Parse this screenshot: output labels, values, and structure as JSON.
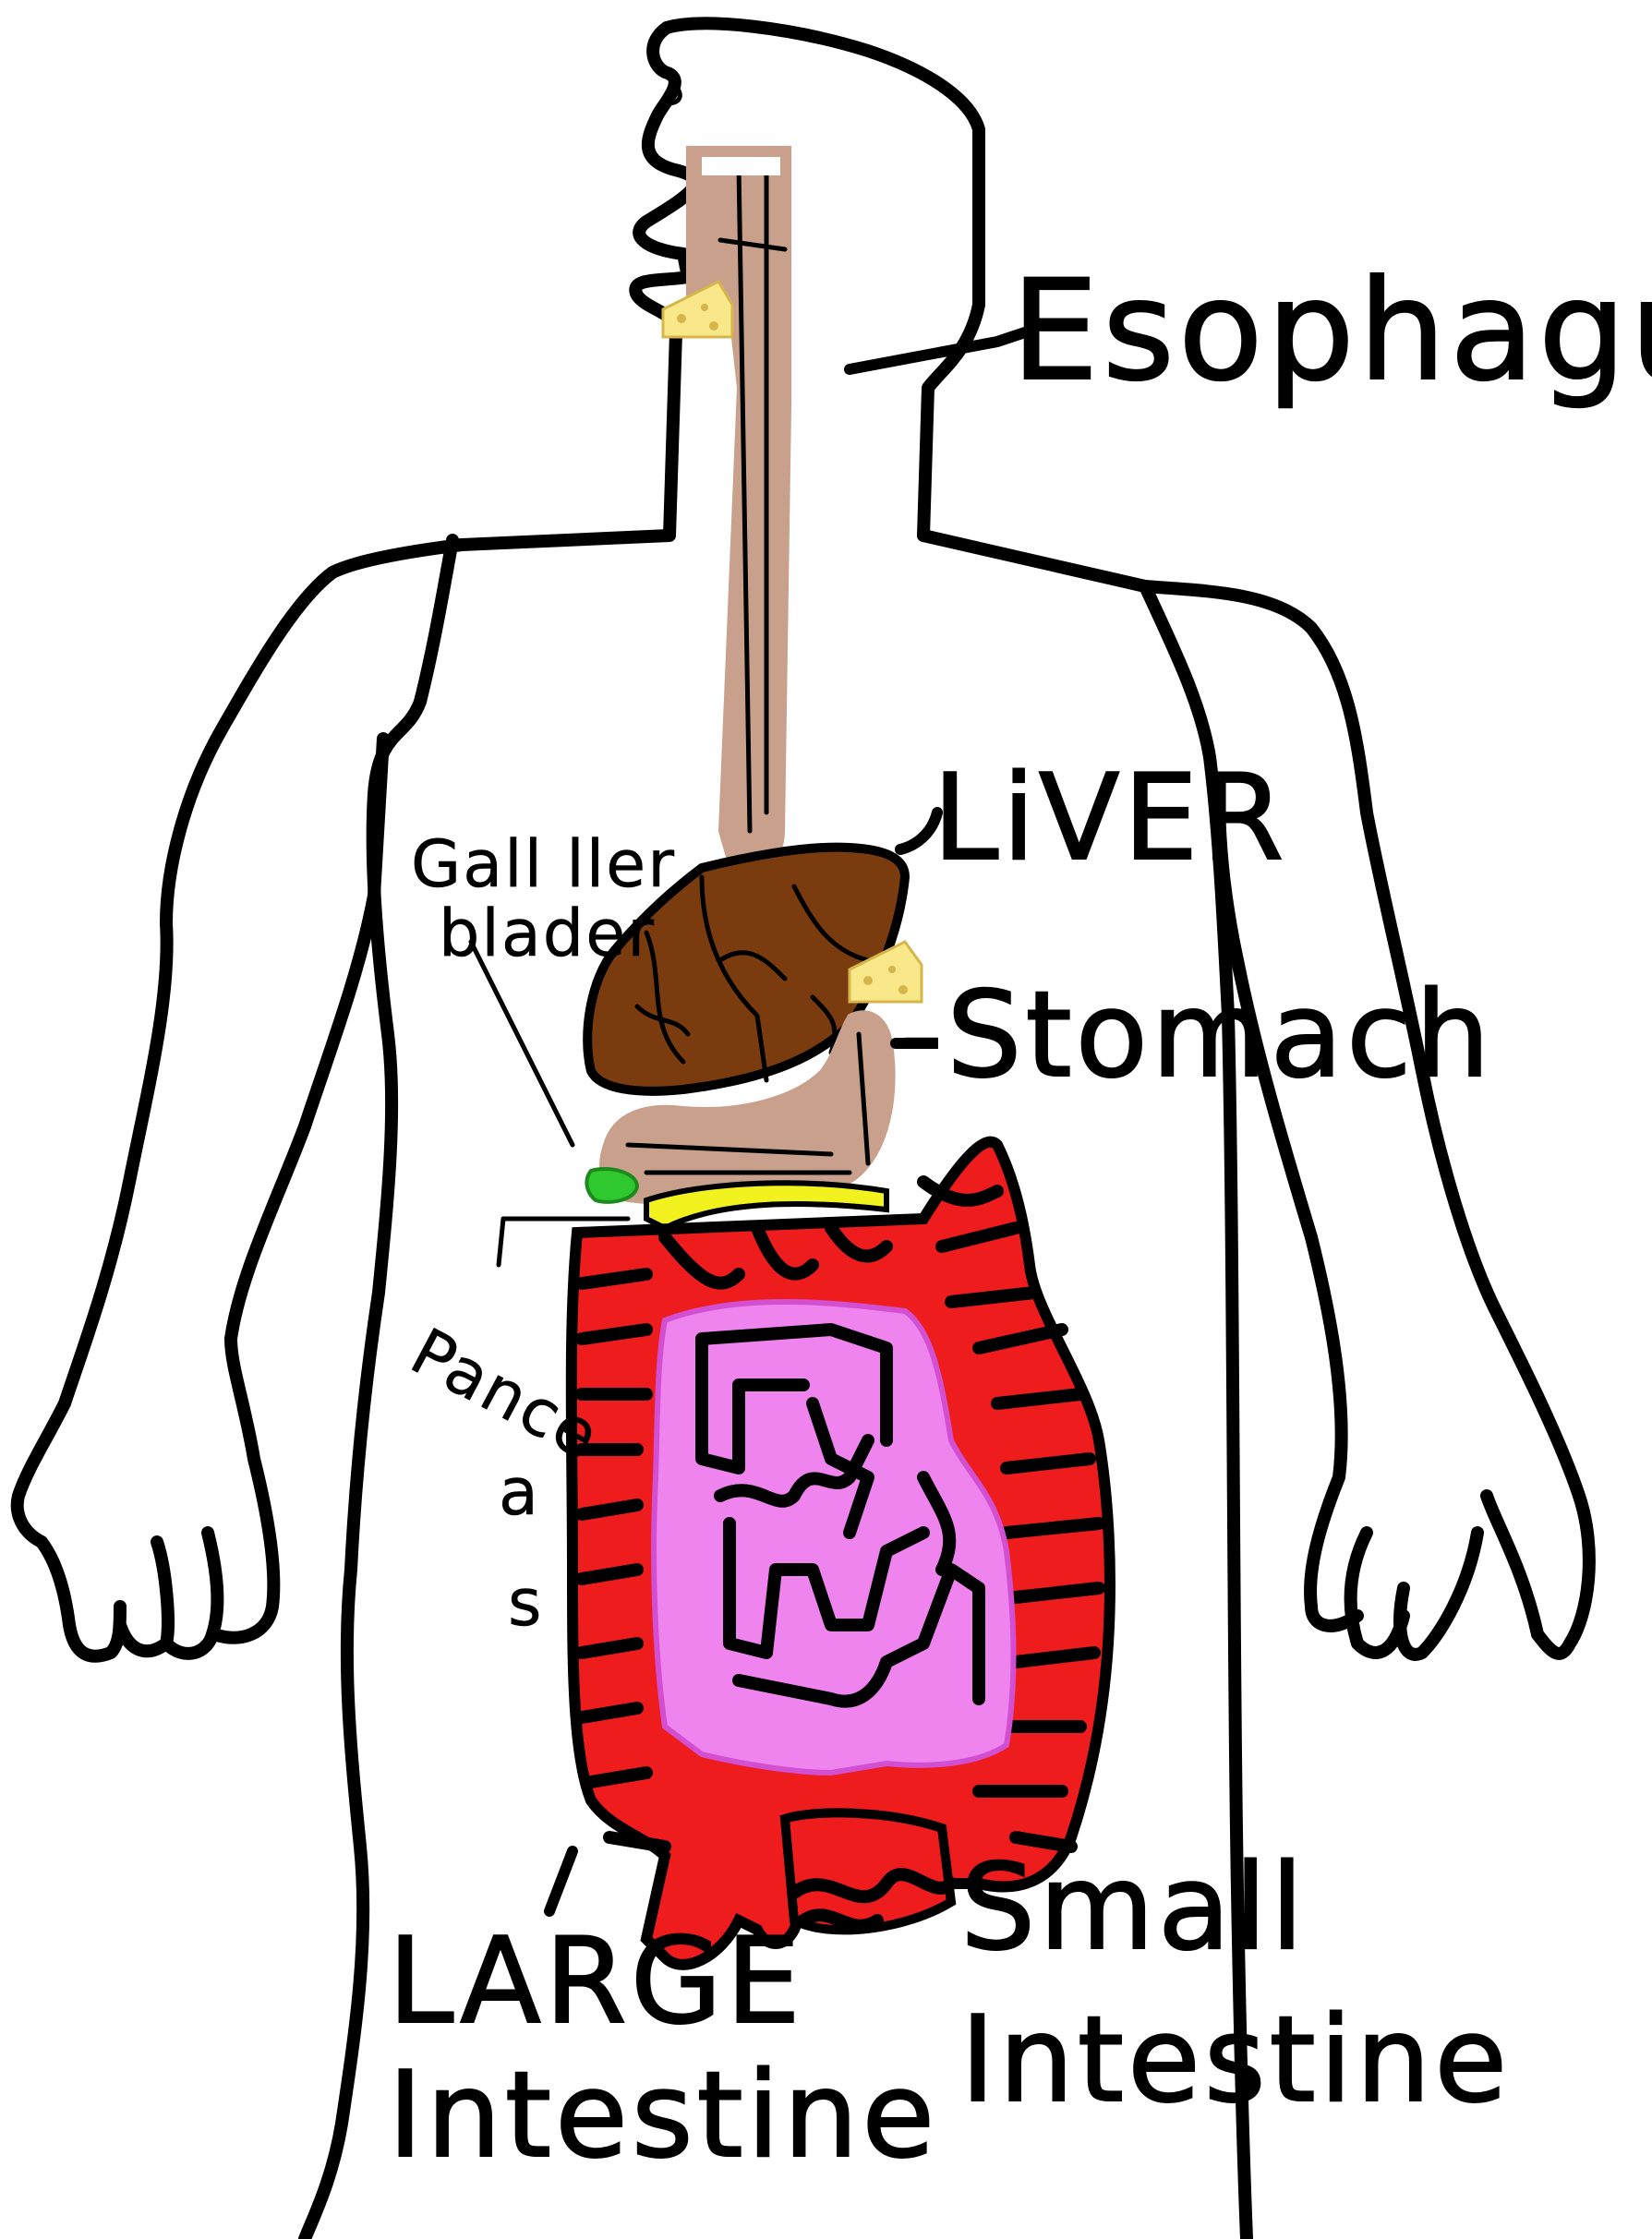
{
  "labels": {
    "esophagus": "Esophagus",
    "liver": "LiVER",
    "stomach": "-Stomach",
    "gall_bladder_line1": "Gall ller",
    "gall_bladder_line2": "blader",
    "pancreas_line1": "Pance",
    "pancreas_line2": "a",
    "pancreas_line3": "s",
    "large_intestine_line1": "LARGE",
    "large_intestine_line2": "Intestine",
    "small_intestine_line1": "Small",
    "small_intestine_line2": "Intestine"
  },
  "colors": {
    "outline": "#000000",
    "esophagus": "#c9a08c",
    "liver": "#7a3c0f",
    "stomach": "#c9a08c",
    "large_intestine": "#ee1c1c",
    "small_intestine": "#ef84ef",
    "pancreas": "#f2f21e",
    "gall_bladder": "#2fc82f",
    "cheese": "#f8e88a"
  },
  "icons": {
    "food_bolus": "cheese-icon"
  }
}
